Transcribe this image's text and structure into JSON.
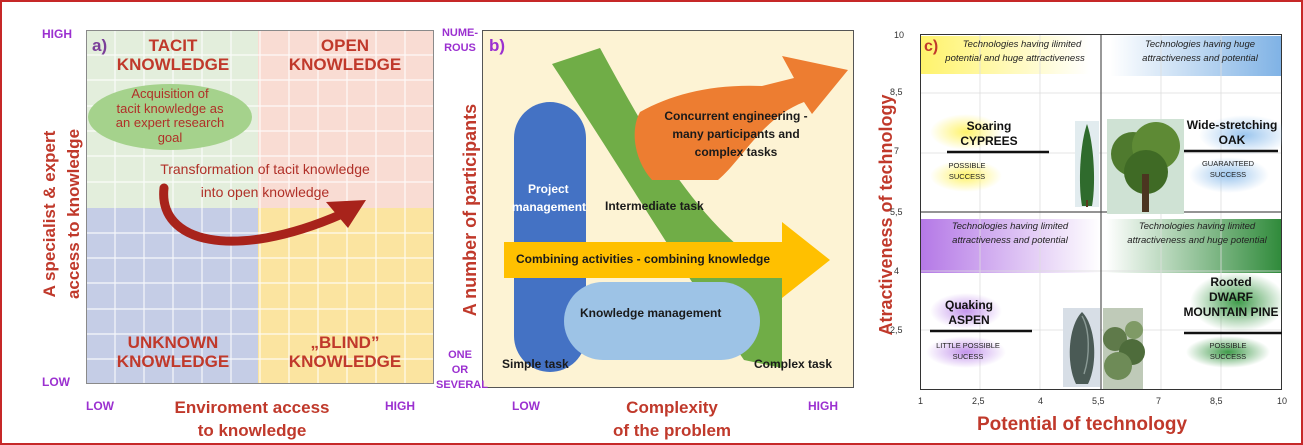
{
  "panel_a": {
    "label": "a)",
    "y_high": "HIGH",
    "y_low": "LOW",
    "x_low": "LOW",
    "x_high": "HIGH",
    "y_axis_title": [
      "A specialist & expert",
      "access to knowledge"
    ],
    "x_axis_title": [
      "Enviroment access",
      "to knowledge"
    ],
    "quadrants": {
      "tacit": [
        "TACIT",
        "KNOWLEDGE"
      ],
      "open": [
        "OPEN",
        "KNOWLEDGE"
      ],
      "unknown": [
        "UNKNOWN",
        "KNOWLEDGE"
      ],
      "blind": [
        "„BLIND”",
        "KNOWLEDGE"
      ]
    },
    "ellipse_text": [
      "Acquisition of",
      "tacit knowledge as",
      "an expert research",
      "goal"
    ],
    "transformation_text": [
      "Transformation of tacit knowledge",
      "into open knowledge"
    ],
    "colors": {
      "tacit": "#e3eedc",
      "open": "#f9dcd3",
      "unknown": "#c5cde6",
      "blind": "#fbe4a0",
      "accent": "#c0392b",
      "arrow": "#a8231b"
    }
  },
  "panel_b": {
    "label": "b)",
    "y_top": [
      "NUME-",
      "ROUS"
    ],
    "y_bottom": [
      "ONE",
      "OR",
      "SEVERAL"
    ],
    "y_axis_title": "A number of  participants",
    "x_axis_title": [
      "Complexity",
      "of the problem"
    ],
    "x_low": "LOW",
    "x_high": "HIGH",
    "simple_task": "Simple task",
    "complex_task": "Complex task",
    "project_management": [
      "Project",
      "management"
    ],
    "intermediate_task": "Intermediate task",
    "concurrent": [
      "Concurrent engineering -",
      "many participants and",
      "complex tasks"
    ],
    "combining": "Combining activities - combining knowledge",
    "knowledge_management": "Knowledge management",
    "colors": {
      "bg": "#fdf3d4",
      "blue": "#4472c4",
      "green": "#70ad47",
      "orange": "#ed7d31",
      "yellow": "#ffc000",
      "light_blue": "#9dc3e6"
    }
  },
  "panel_c": {
    "label": "c)",
    "y_axis_title": "Atractiveness of technology",
    "x_axis_title": "Potential of technology",
    "y_ticks": [
      "10",
      "8,5",
      "7",
      "5,5",
      "4",
      "2,5"
    ],
    "x_ticks": [
      "1",
      "2,5",
      "4",
      "5,5",
      "7",
      "8,5",
      "10"
    ],
    "quadrant_captions": {
      "top_left": [
        "Technologies having ilimited",
        "potential and huge attractiveness"
      ],
      "top_right": [
        "Technologies having huge",
        "attractiveness and potential"
      ],
      "bottom_left": [
        "Technologies having limited",
        "attractiveness and potential"
      ],
      "bottom_right": [
        "Technologies having limited",
        "attractiveness  and huge potential"
      ]
    },
    "trees": {
      "cypress": {
        "name": [
          "Soaring",
          "CYPREES"
        ],
        "status": [
          "POSSIBLE",
          "SUCCESS"
        ]
      },
      "oak": {
        "name": [
          "Wide-stretching",
          "OAK"
        ],
        "status": [
          "GUARANTEED",
          "SUCCESS"
        ]
      },
      "aspen": {
        "name": [
          "Quaking",
          "ASPEN"
        ],
        "status": [
          "LITTLE POSSIBLE",
          "SUCESS"
        ]
      },
      "pine": {
        "name": [
          "Rooted",
          "DWARF",
          "MOUNTAIN PINE"
        ],
        "status": [
          "POSSIBLE",
          "SUCCESS"
        ]
      }
    }
  }
}
